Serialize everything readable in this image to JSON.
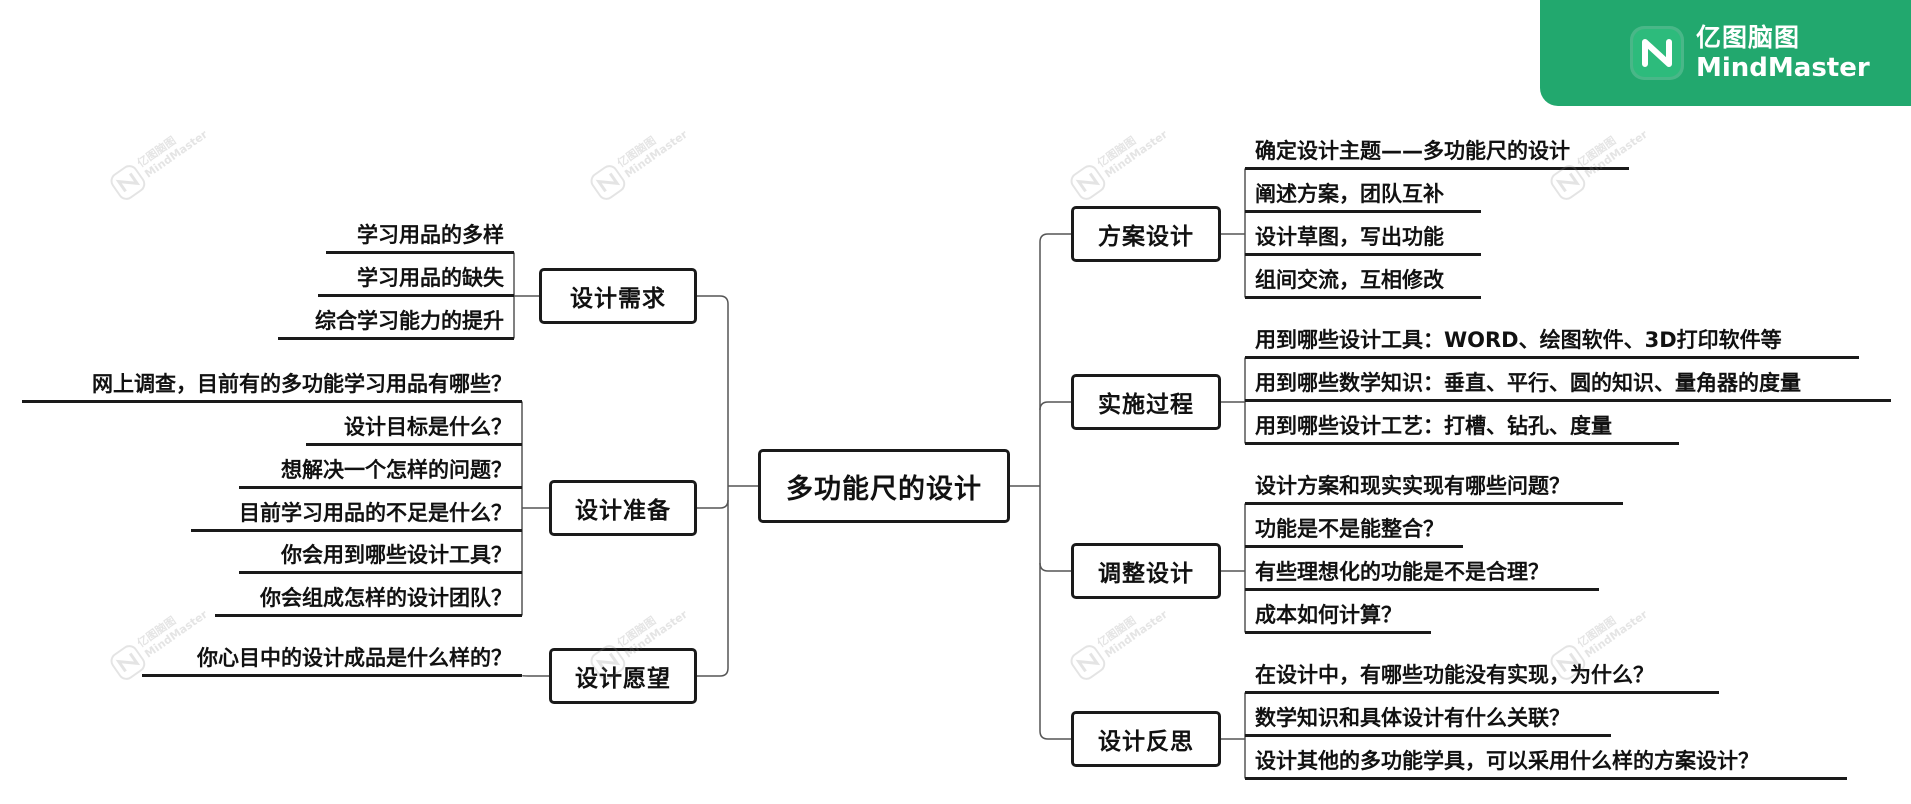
{
  "brand": {
    "name_cn": "亿图脑图",
    "name_en": "MindMaster",
    "color": "#22a86e",
    "watermark_cn": "亿图脑图",
    "watermark_en": "MindMaster"
  },
  "mindmap": {
    "center": "多功能尺的设计",
    "left_branches": [
      {
        "label": "设计需求",
        "children": [
          "学习用品的多样",
          "学习用品的缺失",
          "综合学习能力的提升"
        ]
      },
      {
        "label": "设计准备",
        "children": [
          "网上调查，目前有的多功能学习用品有哪些？",
          "设计目标是什么？",
          "想解决一个怎样的问题？",
          "目前学习用品的不足是什么？",
          "你会用到哪些设计工具？",
          "你会组成怎样的设计团队？"
        ]
      },
      {
        "label": "设计愿望",
        "children": [
          "你心目中的设计成品是什么样的？"
        ]
      }
    ],
    "right_branches": [
      {
        "label": "方案设计",
        "children": [
          "确定设计主题——多功能尺的设计",
          "阐述方案，团队互补",
          "设计草图，写出功能",
          "组间交流，互相修改"
        ]
      },
      {
        "label": "实施过程",
        "children": [
          "用到哪些设计工具：WORD、绘图软件、3D打印软件等",
          "用到哪些数学知识：垂直、平行、圆的知识、量角器的度量",
          "用到哪些设计工艺：打槽、钻孔、度量"
        ]
      },
      {
        "label": "调整设计",
        "children": [
          "设计方案和现实实现有哪些问题？",
          "功能是不是能整合？",
          "有些理想化的功能是不是合理？",
          "成本如何计算？"
        ]
      },
      {
        "label": "设计反思",
        "children": [
          "在设计中，有哪些功能没有实现，为什么？",
          "数学知识和具体设计有什么关联？",
          "设计其他的多功能学具，可以采用什么样的方案设计？"
        ]
      }
    ]
  }
}
